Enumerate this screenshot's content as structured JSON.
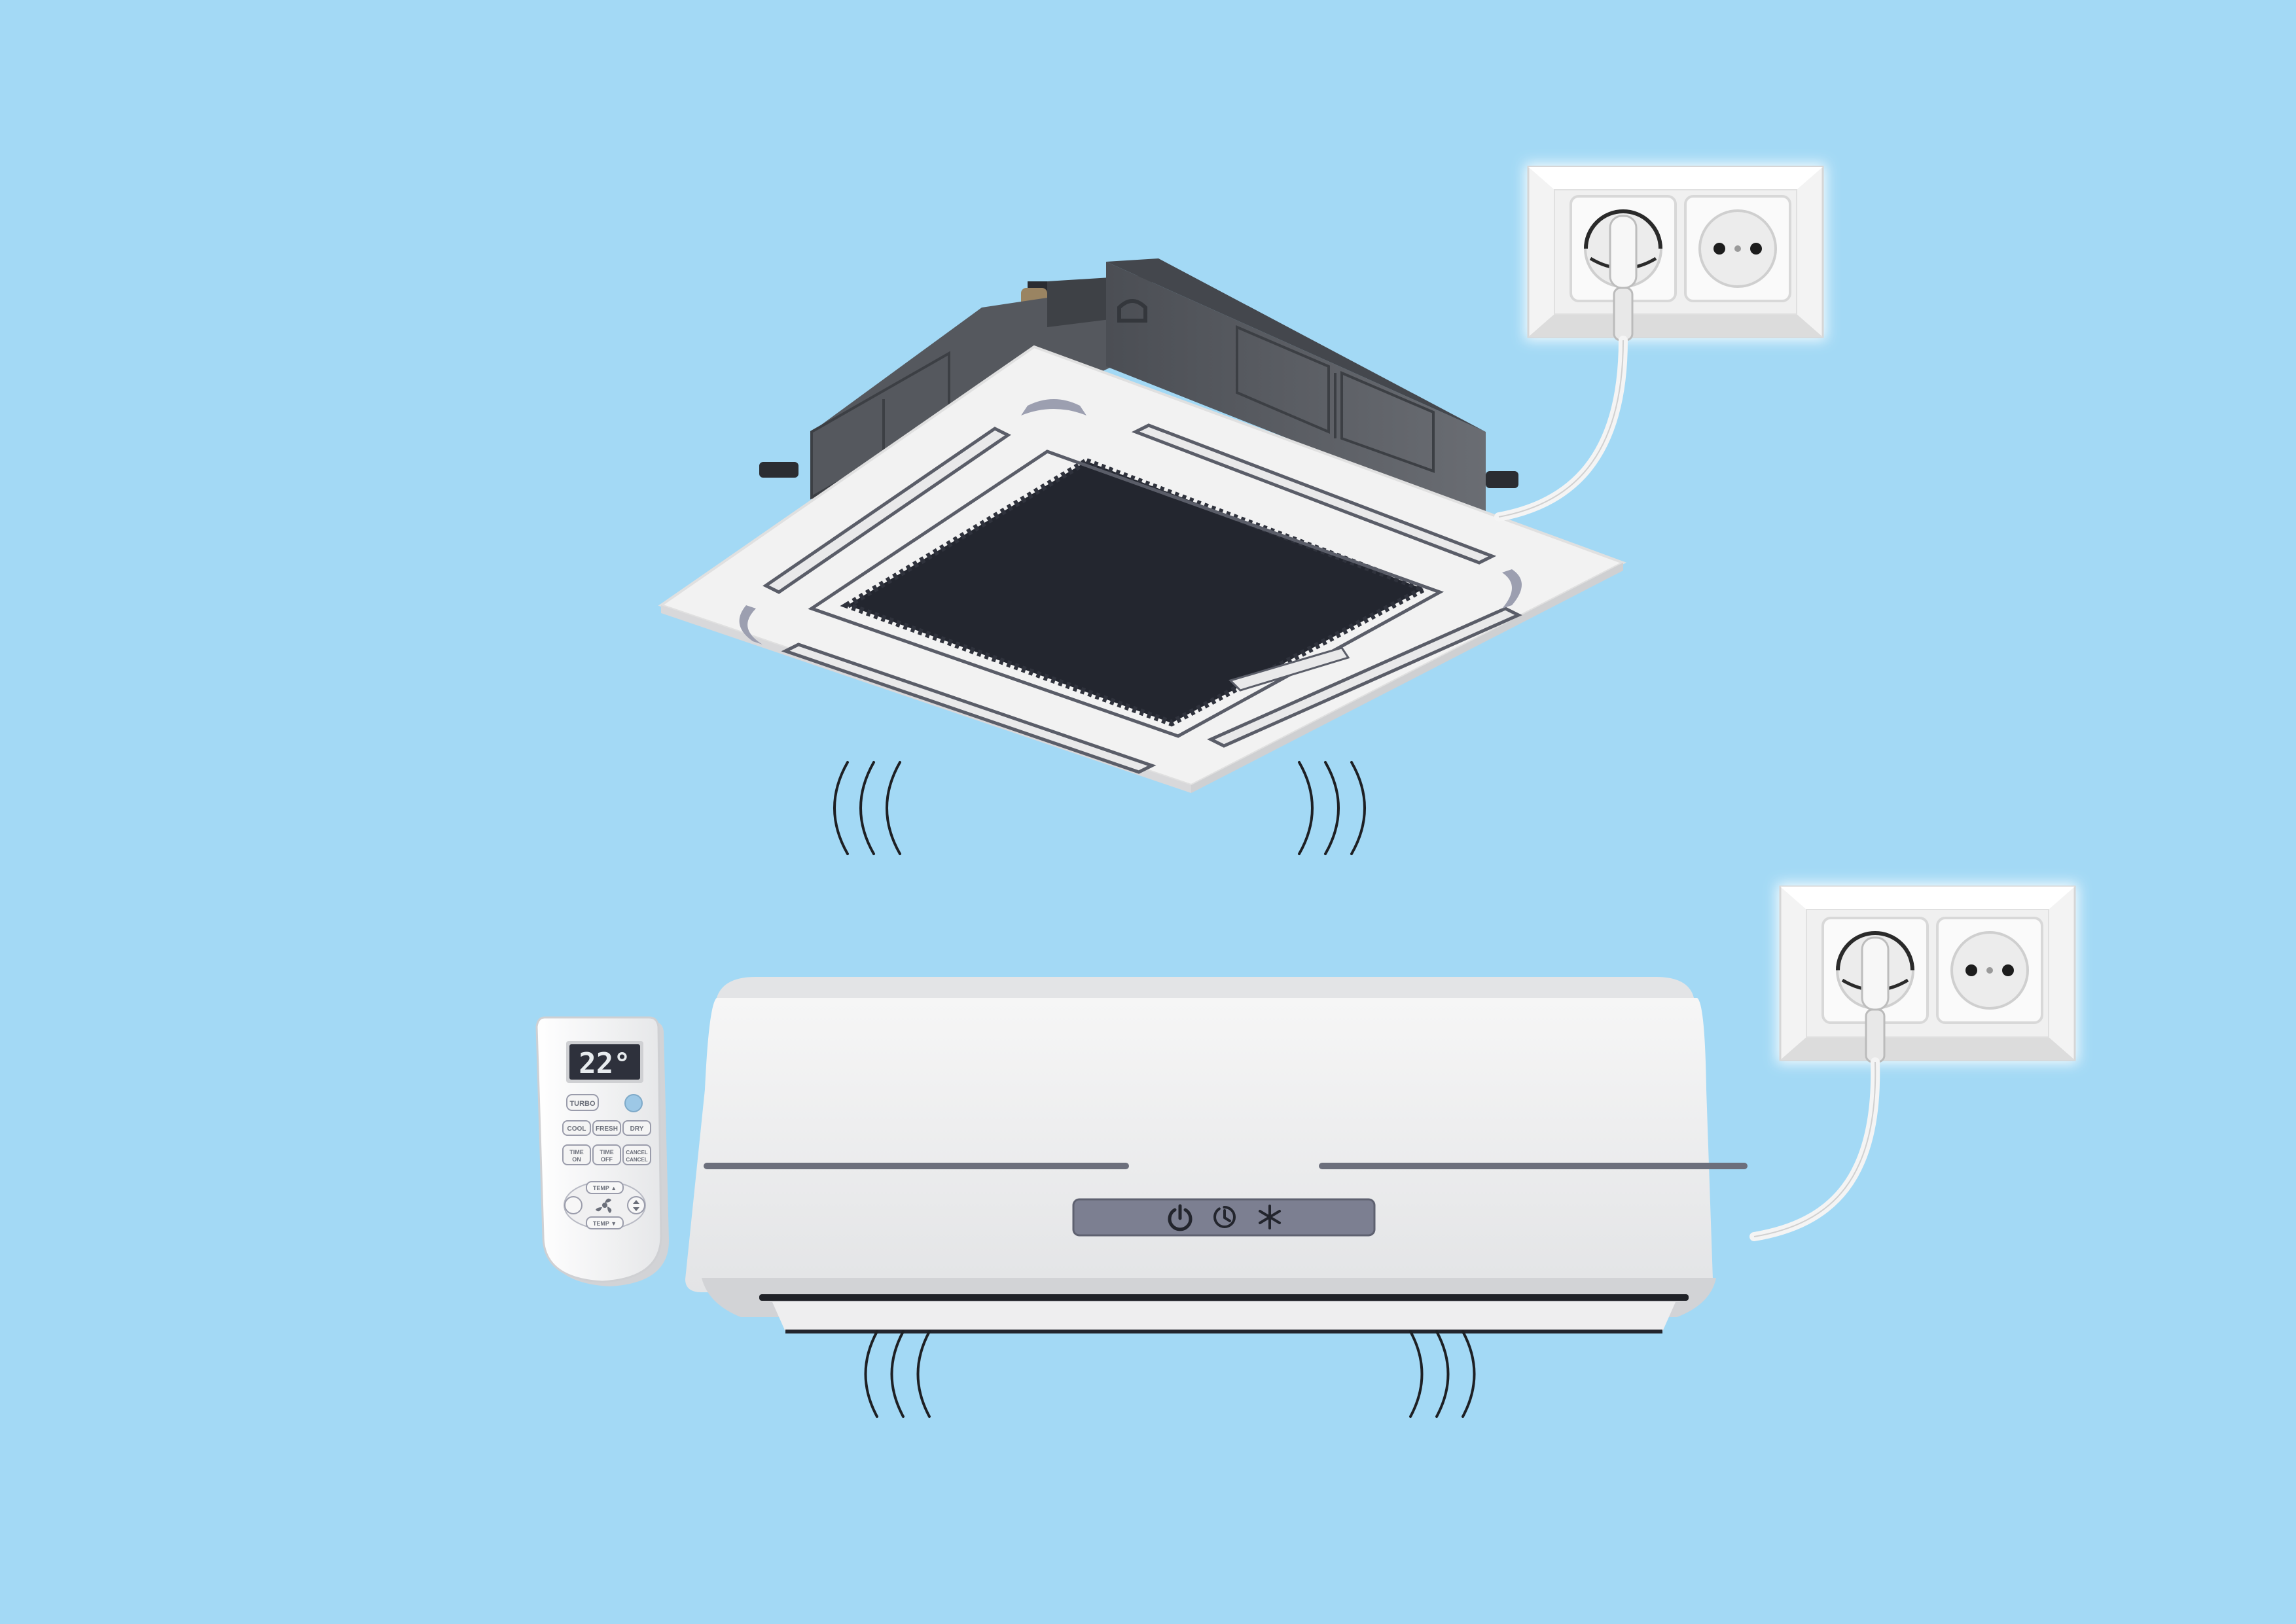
{
  "colors": {
    "background": "#a3d9f5",
    "unit_white": "#f1f1f1",
    "grille_dark": "#23262f",
    "housing_gray": "#55585e",
    "panel_slate": "#7c7f91",
    "remote_screen": "#2e313c"
  },
  "remote": {
    "display_value": "22°",
    "buttons": {
      "turbo": "TURBO",
      "cool": "COOL",
      "fresh": "FRESH",
      "dry": "DRY",
      "time_on": [
        "TIME",
        "ON"
      ],
      "time_off": [
        "TIME",
        "OFF"
      ],
      "cancel": [
        "CANCEL",
        "CANCEL"
      ],
      "temp_up": "TEMP ▲",
      "temp_down": "TEMP ▼"
    }
  },
  "split_unit": {
    "panel_icons": [
      "power-icon",
      "timer-icon",
      "snowflake-icon"
    ]
  },
  "outlets": {
    "socket_icons": [
      "plug-icon",
      "socket-icon"
    ]
  }
}
